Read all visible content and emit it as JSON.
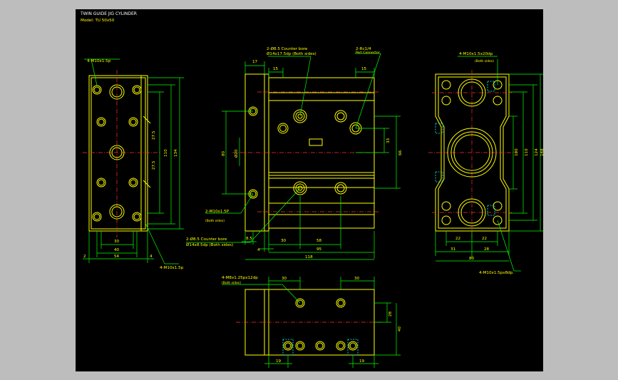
{
  "title": "TWIN GUIDE JIG CYLINDER",
  "model": "Model: TU 50x50",
  "colors": {
    "background": "#000000",
    "outline": "#ffff00",
    "dimension": "#00ff00",
    "center": "#ff0000",
    "hidden": "#00ffff",
    "title": "#ffffff",
    "frame": "#bdbdbd"
  },
  "left_view": {
    "callout_top": "4-M10x1.5p",
    "callout_bottom": "4-M10x1.5p",
    "dims": [
      "27.5",
      "27.5",
      "110",
      "134",
      "30",
      "40",
      "54",
      "2",
      "4"
    ]
  },
  "front_view": {
    "callout_counterbore": "2-Ø8.5 Counter bore",
    "callout_counterbore_sub": "Ø14x17.5dp (Both sides)",
    "callout_port": "2-Rc1/4",
    "callout_port_sub": "Port Connector",
    "callout_tap": "2-M10x1.5P",
    "callout_tap_sub": "(Both sides)",
    "callout_counterbore2": "2-Ø8.5 Counter bore",
    "callout_counterbore2_sub": "Ø14x8.5dp (Both sides)",
    "dims": [
      "17",
      "15",
      "15",
      "80",
      "Ø20",
      "33",
      "66",
      "8.5",
      "4",
      "30",
      "58",
      "95",
      "118"
    ]
  },
  "right_view": {
    "callout_top": "4-M10x1.5x20dp",
    "callout_top_sub": "(Both sides)",
    "callout_bottom": "4-M10x1.5px8dp.",
    "dims": [
      "100",
      "110",
      "124",
      "148",
      "22",
      "22",
      "31",
      "28",
      "80"
    ]
  },
  "bottom_view": {
    "callout": "4-M8x1.25px12dp",
    "callout_sub": "(Both sides)",
    "dims": [
      "30",
      "30",
      "28",
      "40",
      "19",
      "19"
    ]
  }
}
